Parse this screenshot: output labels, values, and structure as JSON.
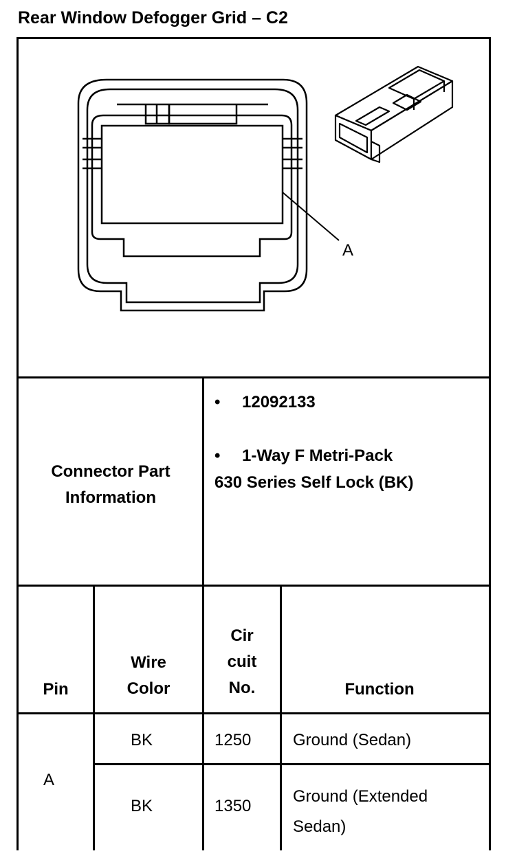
{
  "title": "Rear Window Defogger Grid – C2",
  "diagram": {
    "callout_label": "A",
    "face_icon": "connector-face-view-icon",
    "iso_icon": "connector-isometric-icon"
  },
  "connector_info": {
    "label_line1": "Connector Part",
    "label_line2": "Information",
    "bullet": "•",
    "part_number": "12092133",
    "description_line1": "1-Way F Metri-Pack",
    "description_line2": "630 Series Self Lock (BK)"
  },
  "table": {
    "headers": {
      "pin": "Pin",
      "wire_color_line1": "Wire",
      "wire_color_line2": "Color",
      "circuit_line1": "Cir",
      "circuit_line2": "cuit",
      "circuit_line3": "No.",
      "function": "Function"
    },
    "pin": "A",
    "rows": [
      {
        "wire_color": "BK",
        "circuit": "1250",
        "function_line1": "Ground (Sedan)",
        "function_line2": ""
      },
      {
        "wire_color": "BK",
        "circuit": "1350",
        "function_line1": "Ground (Extended",
        "function_line2": "Sedan)"
      }
    ]
  }
}
